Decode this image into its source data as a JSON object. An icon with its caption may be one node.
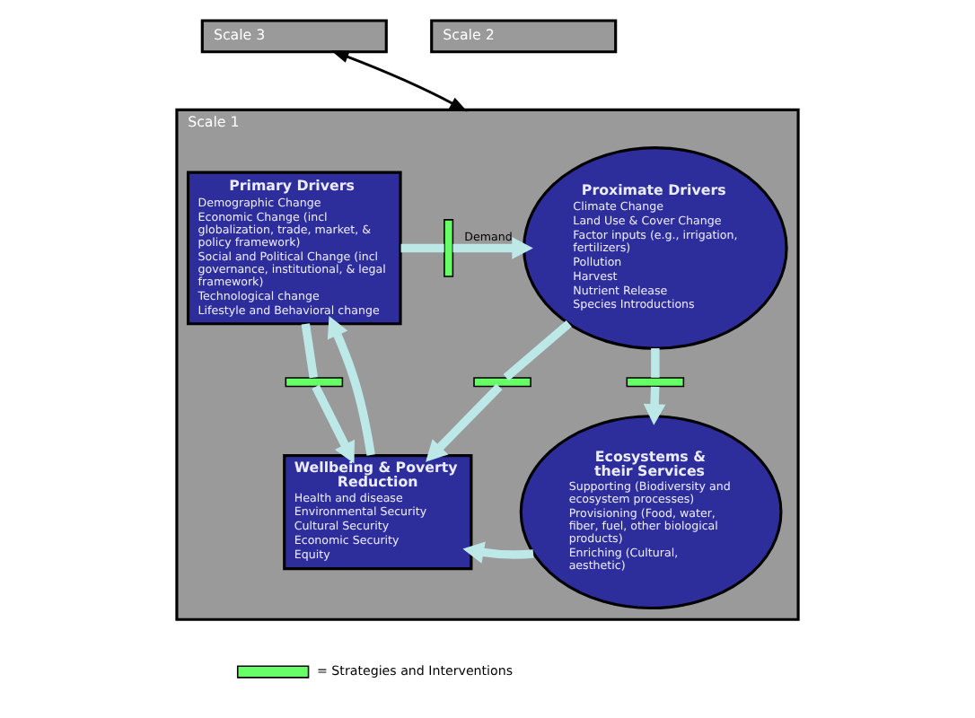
{
  "diagram": {
    "nodes": [
      {
        "text": [
          "Scale 3"
        ]
      },
      {
        "text": [
          "Scale 2"
        ]
      },
      {
        "text": [
          "Scale 1"
        ]
      },
      {
        "text": [
          "Primary Drivers",
          "Demographic Change",
          "Economic Change (incl globalization, trade, market, & policy framework)",
          "Social and Political Change (incl governance, institutional, & legal framework)",
          "Technological change",
          "Lifestyle and Behavioral change"
        ],
        "in": 2
      },
      {
        "text": [
          "Proximate Drivers",
          "Climate Change",
          "Land Use & Cover Change",
          "Factor inputs (e.g., irrigation, fertilizers)",
          "Pollution",
          "Harvest",
          "Nutrient Release",
          "Species Introductions"
        ],
        "in": 2
      },
      {
        "text": [
          "Wellbeing & Poverty Reduction",
          "Health and disease",
          "Environmental Security",
          "Cultural Security",
          "Economic Security",
          "Equity"
        ],
        "in": 2
      },
      {
        "text": [
          "Ecosystems & their Services",
          "Supporting (Biodiversity and ecosystem processes)",
          "Provisioning (Food, water, fiber, fuel, other biological products)",
          "Enriching (Cultural, aesthetic)"
        ],
        "in": 2
      },
      {
        "text": [],
        "shape": "bar",
        "in": 2
      },
      {
        "text": [],
        "shape": "bar",
        "in": 2
      },
      {
        "text": [],
        "shape": "bar",
        "in": 2
      },
      {
        "text": [],
        "shape": "bar",
        "in": 2
      }
    ],
    "edges": [
      {
        "from": 3,
        "to": 7,
        "arrow": "none"
      },
      {
        "from": 7,
        "to": 4,
        "arrow": "to",
        "label": "Demand"
      },
      {
        "from": 4,
        "to": 10,
        "arrow": "none"
      },
      {
        "from": 10,
        "to": 6,
        "arrow": "to"
      },
      {
        "from": 6,
        "to": 5,
        "arrow": "to"
      },
      {
        "from": 5,
        "to": 3,
        "arrow": "to"
      },
      {
        "from": 3,
        "to": 8,
        "arrow": "none"
      },
      {
        "from": 8,
        "to": 5,
        "arrow": "to"
      },
      {
        "from": 4,
        "to": 9,
        "arrow": "none"
      },
      {
        "from": 9,
        "to": 5,
        "arrow": "to"
      },
      {
        "from": 0,
        "to": 2,
        "arrow": "both",
        "color": "#000000"
      }
    ],
    "legend": [
      {
        "text": "= Strategies and Interventions",
        "color": "#66ff66"
      }
    ]
  }
}
